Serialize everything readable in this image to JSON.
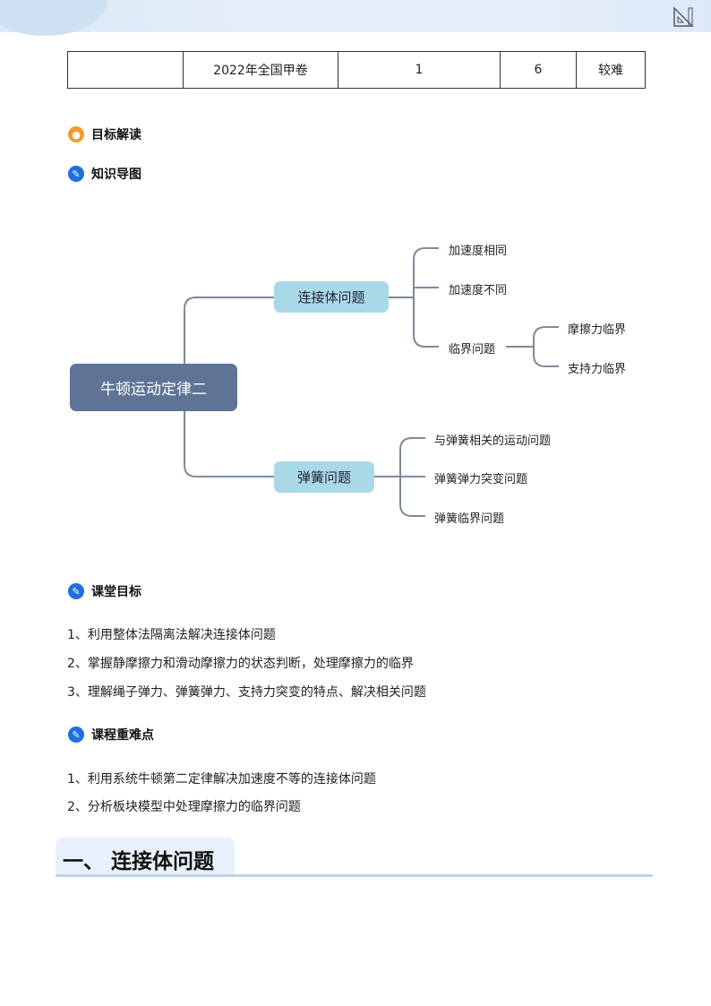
{
  "table": {
    "row": [
      "",
      "2022年全国甲卷",
      "1",
      "6",
      "较难"
    ]
  },
  "headings": {
    "goal_reading": "目标解读",
    "knowledge_map": "知识导图",
    "class_goals": "课堂目标",
    "key_points": "课程重难点"
  },
  "mindmap": {
    "root": "牛顿运动定律二",
    "branches": [
      {
        "label": "连接体问题",
        "children": [
          "加速度相同",
          "加速度不同",
          "临界问题"
        ],
        "sub": [
          "摩擦力临界",
          "支持力临界"
        ]
      },
      {
        "label": "弹簧问题",
        "children": [
          "与弹簧相关的运动问题",
          "弹簧弹力突变问题",
          "弹簧临界问题"
        ]
      }
    ]
  },
  "class_goals": [
    "1、利用整体法隔离法解决连接体问题",
    "2、掌握静摩擦力和滑动摩擦力的状态判断，处理摩擦力的临界",
    "3、理解绳子弹力、弹簧弹力、支持力突变的特点、解决相关问题"
  ],
  "key_points": [
    "1、利用系统牛顿第二定律解决加速度不等的连接体问题",
    "2、分析板块模型中处理摩擦力的临界问题"
  ],
  "section": {
    "title": "一、 连接体问题"
  },
  "colors": {
    "root": "#5f7396",
    "branch": "#a9d9e8",
    "line": "#7d8a9a"
  }
}
